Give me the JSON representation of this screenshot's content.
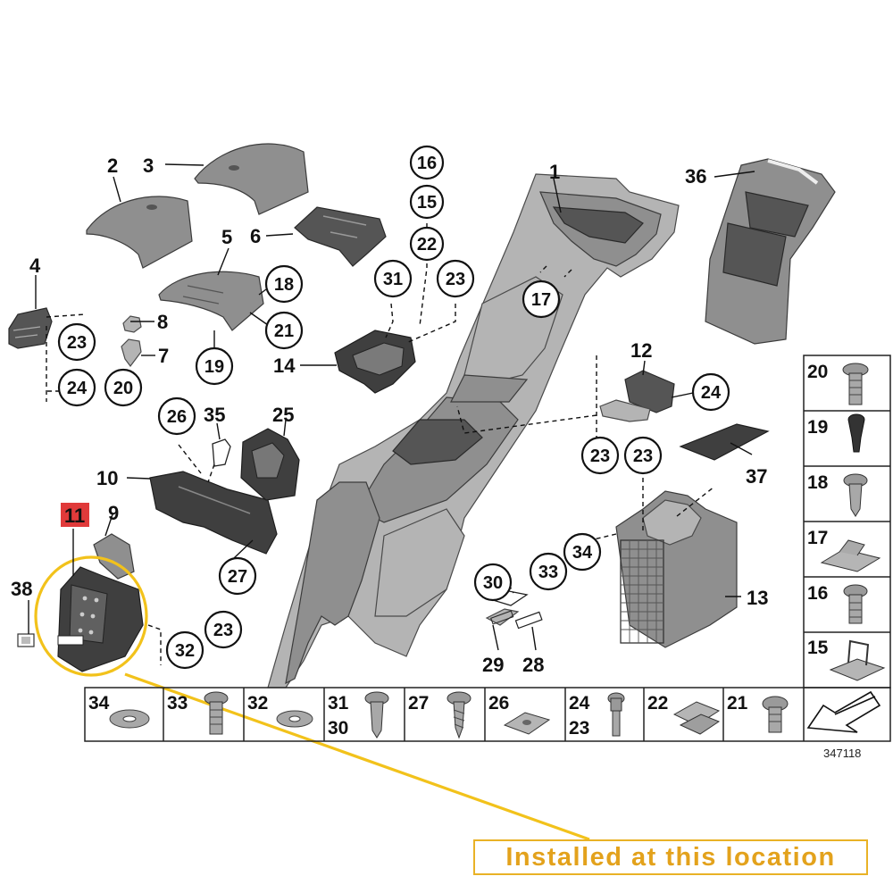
{
  "diagram": {
    "labels": {
      "l1": "1",
      "l2": "2",
      "l3": "3",
      "l4": "4",
      "l5": "5",
      "l6": "6",
      "l7": "7",
      "l8": "8",
      "l9": "9",
      "l10": "10",
      "l11": "11",
      "l12": "12",
      "l13": "13",
      "l14": "14",
      "l25": "25",
      "l27": "27",
      "l28": "28",
      "l29": "29",
      "l34": "34",
      "l35": "35",
      "l36": "36",
      "l37": "37",
      "l38": "38"
    },
    "circled": {
      "c16": "16",
      "c15": "15",
      "c22": "22",
      "c31": "31",
      "c23a": "23",
      "c18": "18",
      "c21": "21",
      "c19": "19",
      "c17": "17",
      "c23b": "23",
      "c24a": "24",
      "c20": "20",
      "c24b": "24",
      "c26": "26",
      "c23c": "23",
      "c23d": "23",
      "c34": "34",
      "c30": "30",
      "c33": "33",
      "c23e": "23",
      "c32": "32"
    },
    "side_table": [
      "20",
      "19",
      "18",
      "17",
      "16",
      "15"
    ],
    "bottom_table": [
      "34",
      "33",
      "32",
      "31",
      "30",
      "27",
      "26",
      "24",
      "23",
      "22",
      "21"
    ],
    "diagram_number": "347118",
    "highlight_label": "11",
    "highlight_color": "#e03a3a",
    "callout_color": "#f2c21b"
  },
  "callout": {
    "text": "Installed at this location"
  }
}
